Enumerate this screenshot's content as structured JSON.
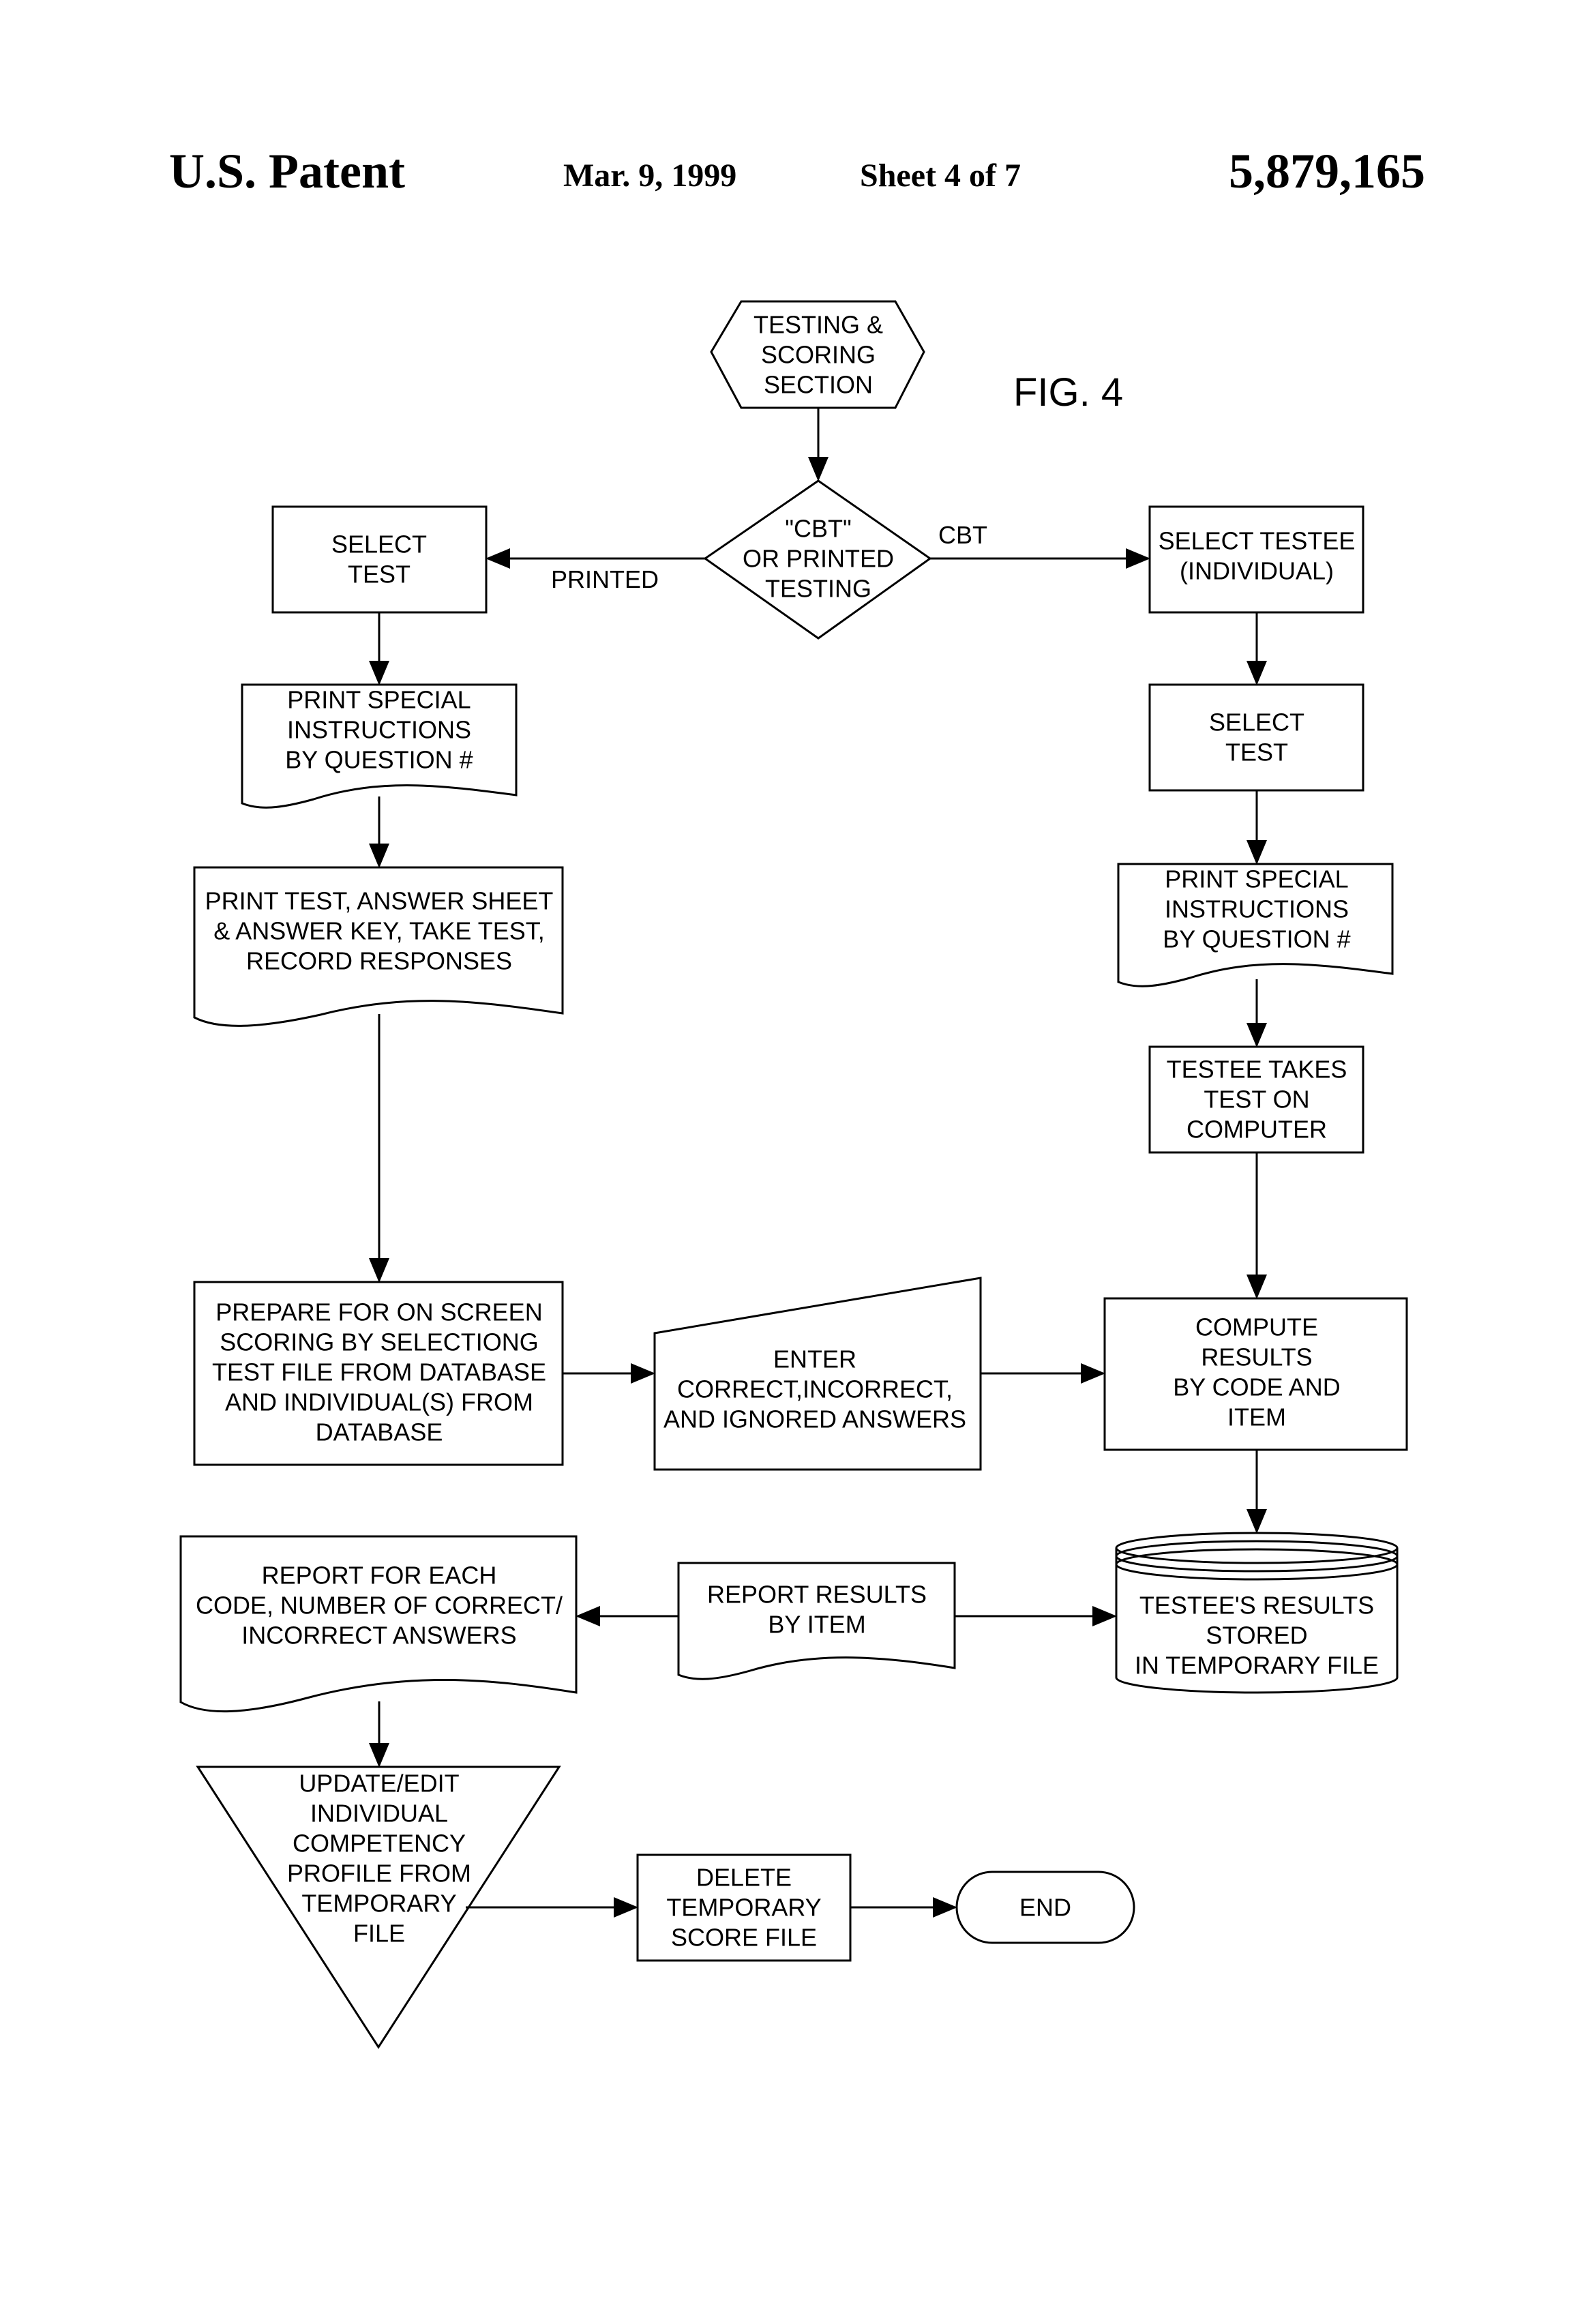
{
  "header": {
    "left": "U.S. Patent",
    "date": "Mar. 9, 1999",
    "sheet": "Sheet 4 of 7",
    "number": "5,879,165"
  },
  "figure_label": "FIG. 4",
  "nodes": [
    {
      "id": "start",
      "lines": [
        "TESTING &",
        "SCORING",
        "SECTION"
      ]
    },
    {
      "id": "decision",
      "lines": [
        "\"CBT\"",
        "OR PRINTED",
        "TESTING"
      ]
    },
    {
      "id": "select-test-left",
      "lines": [
        "SELECT",
        "TEST"
      ]
    },
    {
      "id": "print-instructions-left",
      "lines": [
        "PRINT SPECIAL",
        "INSTRUCTIONS",
        "BY QUESTION #"
      ]
    },
    {
      "id": "print-test",
      "lines": [
        "PRINT TEST, ANSWER SHEET",
        "& ANSWER KEY, TAKE TEST,",
        "RECORD RESPONSES"
      ]
    },
    {
      "id": "prepare-scoring",
      "lines": [
        "PREPARE FOR ON SCREEN",
        "SCORING BY SELECTIONG",
        "TEST FILE FROM DATABASE",
        "AND INDIVIDUAL(S) FROM",
        "DATABASE"
      ]
    },
    {
      "id": "enter-answers",
      "lines": [
        "ENTER",
        "CORRECT,INCORRECT,",
        "AND IGNORED ANSWERS"
      ]
    },
    {
      "id": "select-testee",
      "lines": [
        "SELECT TESTEE",
        "(INDIVIDUAL)"
      ]
    },
    {
      "id": "select-test-right",
      "lines": [
        "SELECT",
        "TEST"
      ]
    },
    {
      "id": "print-instructions-right",
      "lines": [
        "PRINT SPECIAL",
        "INSTRUCTIONS",
        "BY QUESTION #"
      ]
    },
    {
      "id": "testee-takes-test",
      "lines": [
        "TESTEE TAKES",
        "TEST ON",
        "COMPUTER"
      ]
    },
    {
      "id": "compute-results",
      "lines": [
        "COMPUTE",
        "RESULTS",
        "BY CODE AND",
        "ITEM"
      ]
    },
    {
      "id": "results-stored",
      "lines": [
        "TESTEE'S RESULTS",
        "STORED",
        "IN TEMPORARY FILE"
      ]
    },
    {
      "id": "report-by-item",
      "lines": [
        "REPORT RESULTS",
        "BY ITEM"
      ]
    },
    {
      "id": "report-by-code",
      "lines": [
        "REPORT FOR EACH",
        "CODE, NUMBER OF CORRECT/",
        "INCORRECT ANSWERS"
      ]
    },
    {
      "id": "update-profile",
      "lines": [
        "UPDATE/EDIT",
        "INDIVIDUAL",
        "COMPETENCY",
        "PROFILE FROM",
        "TEMPORARY",
        "FILE"
      ]
    },
    {
      "id": "delete-file",
      "lines": [
        "DELETE",
        "TEMPORARY",
        "SCORE FILE"
      ]
    },
    {
      "id": "end",
      "lines": [
        "END"
      ]
    }
  ],
  "edge_labels": {
    "printed": "PRINTED",
    "cbt": "CBT"
  }
}
